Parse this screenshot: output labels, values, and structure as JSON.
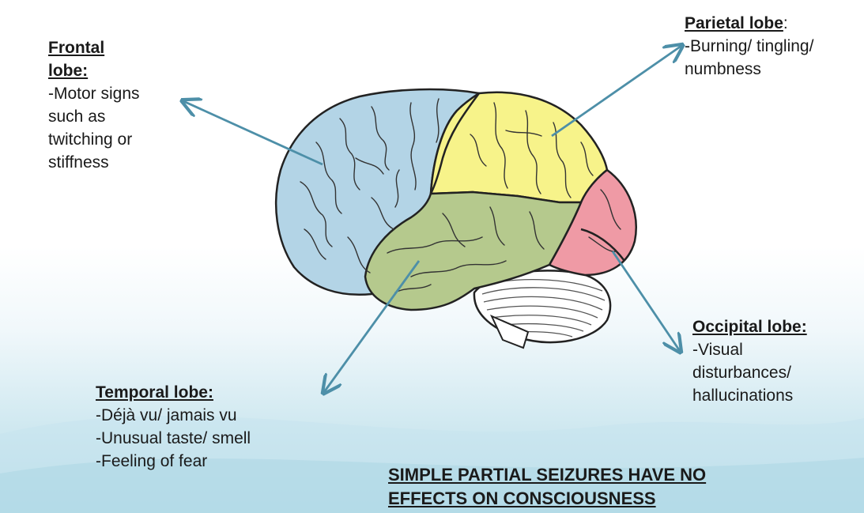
{
  "labels": {
    "frontal": {
      "heading_line1": "Frontal",
      "heading_line2": "lobe:",
      "lines": [
        "-Motor signs",
        "such as",
        "twitching or",
        "stiffness"
      ]
    },
    "parietal": {
      "heading": "Parietal lobe",
      "heading_suffix": ":",
      "lines": [
        "-Burning/ tingling/",
        "numbness"
      ]
    },
    "occipital": {
      "heading": "Occipital lobe:",
      "lines": [
        "-Visual",
        "disturbances/",
        "hallucinations"
      ]
    },
    "temporal": {
      "heading": "Temporal lobe:",
      "lines": [
        "-Déjà vu/ jamais vu",
        "-Unusual taste/ smell",
        "-Feeling of fear"
      ]
    }
  },
  "footer": {
    "line1": "SIMPLE PARTIAL SEIZURES HAVE NO",
    "line2": "EFFECTS ON CONSCIOUSNESS"
  },
  "colors": {
    "frontal": "#b3d4e6",
    "parietal": "#f7f38a",
    "temporal": "#b5c98d",
    "occipital": "#ef9aa5",
    "cerebellum": "#ffffff",
    "arrow": "#4d8fa8"
  }
}
